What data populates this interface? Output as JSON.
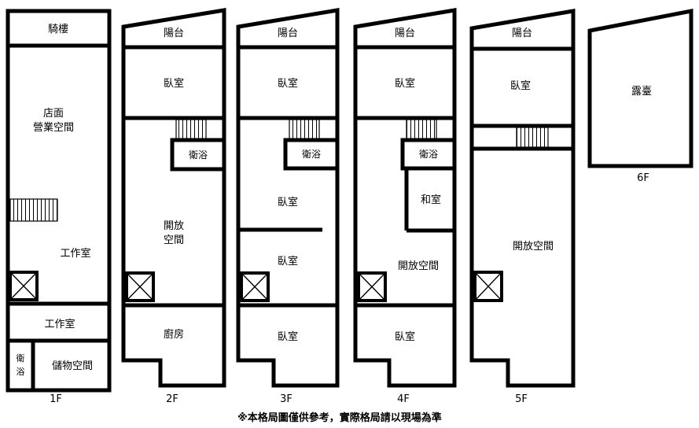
{
  "footer": {
    "note": "※本格局圖僅供參考，實際格局請以現場為準"
  },
  "colors": {
    "wall": "#000000",
    "background": "#ffffff",
    "text": "#000000"
  },
  "icons": {
    "stairs": "hatched-stairs",
    "shaft": "x-cross-box"
  },
  "floors": [
    {
      "id": "1F",
      "labels": {
        "arcade": "騎樓",
        "shop_line1": "店面",
        "shop_line2": "營業空間",
        "studio_upper": "工作室",
        "studio_lower": "工作室",
        "bath_char1": "衛",
        "bath_char2": "浴",
        "storage": "儲物空間"
      }
    },
    {
      "id": "2F",
      "labels": {
        "balcony": "陽台",
        "bedroom": "臥室",
        "bath": "衛浴",
        "open_line1": "開放",
        "open_line2": "空間",
        "kitchen": "廚房"
      }
    },
    {
      "id": "3F",
      "labels": {
        "balcony": "陽台",
        "bedroom_top": "臥室",
        "bath": "衛浴",
        "bedroom_mid": "臥室",
        "bedroom_low": "臥室",
        "bedroom_bottom": "臥室"
      }
    },
    {
      "id": "4F",
      "labels": {
        "balcony": "陽台",
        "bedroom_top": "臥室",
        "bath": "衛浴",
        "washitsu": "和室",
        "open": "開放空間",
        "bedroom_bottom": "臥室"
      }
    },
    {
      "id": "5F",
      "labels": {
        "balcony": "陽台",
        "bedroom": "臥室",
        "open": "開放空間"
      }
    },
    {
      "id": "6F",
      "labels": {
        "terrace": "露臺"
      }
    }
  ]
}
